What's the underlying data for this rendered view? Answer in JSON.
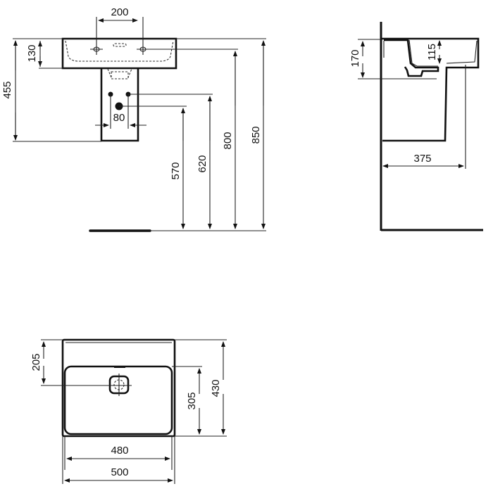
{
  "drawing": {
    "type": "technical dimension drawing",
    "units": "mm",
    "views": {
      "front": {
        "dimensions": {
          "tap_hole_spacing": "200",
          "basin_height": "130",
          "basin_plus_pedestal_height": "455",
          "pipe_spacing": "80",
          "waste_height": "570",
          "supply_height": "620",
          "tap_height": "800",
          "overall_height": "850"
        }
      },
      "side": {
        "dimensions": {
          "overall_depth_side": "170",
          "bowl_depth": "115",
          "projection": "375"
        }
      },
      "top": {
        "dimensions": {
          "waste_from_back": "205",
          "bowl_depth_top": "305",
          "overall_depth": "430",
          "bowl_width": "480",
          "overall_width": "500"
        }
      }
    },
    "colors": {
      "line": "#111111",
      "background": "#ffffff"
    }
  }
}
